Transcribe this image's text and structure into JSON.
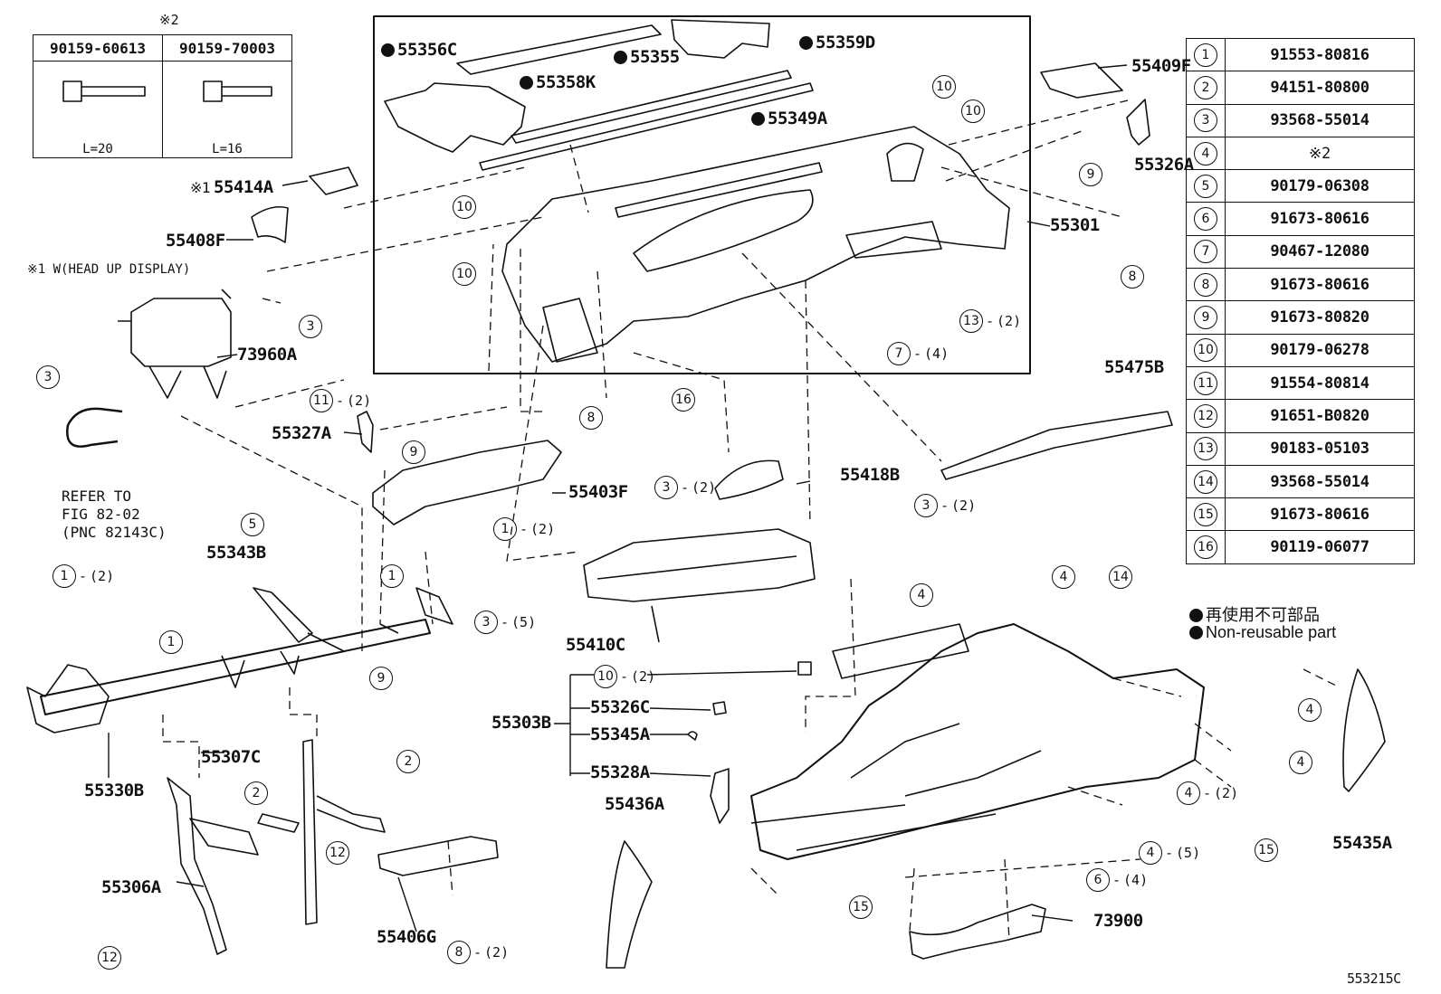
{
  "diagram_code": "553215C",
  "bolt_table": {
    "mark": "※2",
    "cols": [
      {
        "part": "90159-60613",
        "length": "L=20"
      },
      {
        "part": "90159-70003",
        "length": "L=16"
      }
    ]
  },
  "parts_table": [
    {
      "no": "1",
      "part": "91553-80816"
    },
    {
      "no": "2",
      "part": "94151-80800"
    },
    {
      "no": "3",
      "part": "93568-55014"
    },
    {
      "no": "4",
      "part": "※2"
    },
    {
      "no": "5",
      "part": "90179-06308"
    },
    {
      "no": "6",
      "part": "91673-80616"
    },
    {
      "no": "7",
      "part": "90467-12080"
    },
    {
      "no": "8",
      "part": "91673-80616"
    },
    {
      "no": "9",
      "part": "91673-80820"
    },
    {
      "no": "10",
      "part": "90179-06278"
    },
    {
      "no": "11",
      "part": "91554-80814"
    },
    {
      "no": "12",
      "part": "91651-B0820"
    },
    {
      "no": "13",
      "part": "90183-05103"
    },
    {
      "no": "14",
      "part": "93568-55014"
    },
    {
      "no": "15",
      "part": "91673-80616"
    },
    {
      "no": "16",
      "part": "90119-06077"
    }
  ],
  "legend": {
    "jp": "再使用不可部品",
    "en": "Non-reusable part"
  },
  "notes": {
    "hud_note": "※1 W(HEAD UP DISPLAY)",
    "refer_line1": "REFER TO",
    "refer_line2": "FIG 82-02",
    "refer_line3": "(PNC 82143C)"
  },
  "labels": {
    "p55356C": "55356C",
    "p55358K": "55358K",
    "p55355": "55355",
    "p55359D": "55359D",
    "p55349A": "55349A",
    "p55409F": "55409F",
    "p55326A": "55326A",
    "p55301": "55301",
    "p55414A": "55414A",
    "p55414A_mark": "※1",
    "p55408F": "55408F",
    "p73960A": "73960A",
    "p55327A": "55327A",
    "p55475B": "55475B",
    "p55403F": "55403F",
    "p55418B": "55418B",
    "p55343B": "55343B",
    "p55410C": "55410C",
    "p55330B": "55330B",
    "p55307C": "55307C",
    "p55306A": "55306A",
    "p55406G": "55406G",
    "p55303B": "55303B",
    "p55326C": "55326C",
    "p55345A": "55345A",
    "p55328A": "55328A",
    "p55436A": "55436A",
    "p55435A": "55435A",
    "p73900": "73900"
  },
  "callouts": [
    {
      "n": "10",
      "q": ""
    },
    {
      "n": "10",
      "q": ""
    },
    {
      "n": "10",
      "q": ""
    },
    {
      "n": "10",
      "q": ""
    },
    {
      "n": "9",
      "q": ""
    },
    {
      "n": "8",
      "q": ""
    },
    {
      "n": "13",
      "q": "(2)"
    },
    {
      "n": "7",
      "q": "(4)"
    },
    {
      "n": "3",
      "q": ""
    },
    {
      "n": "3",
      "q": ""
    },
    {
      "n": "11",
      "q": "(2)"
    },
    {
      "n": "9",
      "q": ""
    },
    {
      "n": "8",
      "q": ""
    },
    {
      "n": "16",
      "q": ""
    },
    {
      "n": "3",
      "q": "(2)"
    },
    {
      "n": "3",
      "q": "(2)"
    },
    {
      "n": "5",
      "q": ""
    },
    {
      "n": "1",
      "q": "(2)"
    },
    {
      "n": "1",
      "q": ""
    },
    {
      "n": "1",
      "q": "(2)"
    },
    {
      "n": "1",
      "q": ""
    },
    {
      "n": "3",
      "q": "(5)"
    },
    {
      "n": "9",
      "q": ""
    },
    {
      "n": "4",
      "q": ""
    },
    {
      "n": "4",
      "q": ""
    },
    {
      "n": "14",
      "q": ""
    },
    {
      "n": "10",
      "q": "(2)"
    },
    {
      "n": "2",
      "q": ""
    },
    {
      "n": "2",
      "q": ""
    },
    {
      "n": "4",
      "q": ""
    },
    {
      "n": "4",
      "q": ""
    },
    {
      "n": "4",
      "q": "(2)"
    },
    {
      "n": "15",
      "q": ""
    },
    {
      "n": "12",
      "q": ""
    },
    {
      "n": "4",
      "q": "(5)"
    },
    {
      "n": "6",
      "q": "(4)"
    },
    {
      "n": "15",
      "q": ""
    },
    {
      "n": "8",
      "q": "(2)"
    },
    {
      "n": "12",
      "q": ""
    }
  ]
}
